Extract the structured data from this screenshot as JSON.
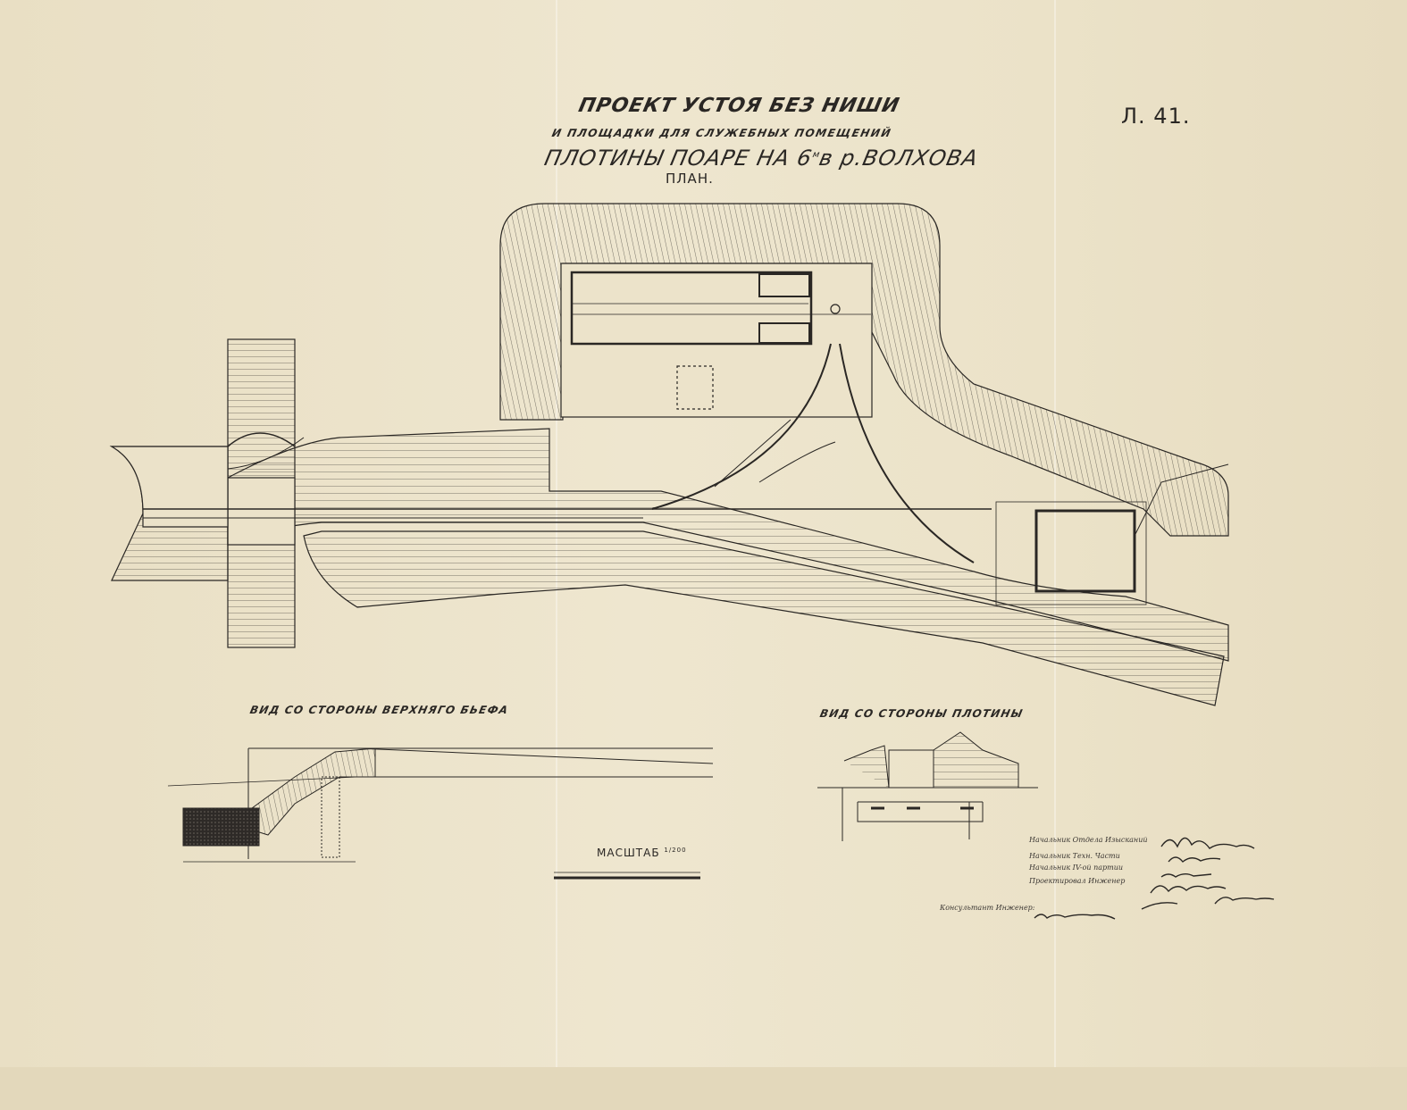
{
  "title": {
    "line1": "ПРОЕКТ УСТОЯ БЕЗ НИШИ",
    "line2": "И ПЛОЩАДКИ ДЛЯ СЛУЖЕБНЫХ ПОМЕЩЕНИЙ",
    "line3": "ПЛОТИНЫ ПОАРЕ НА 6",
    "line3_sup": "м",
    "line3_tail": "в р.ВОЛХОВА",
    "line4": "ПЛАН."
  },
  "sheet_number": "Л. 41.",
  "views": {
    "upstream": "ВИД СО СТОРОНЫ ВЕРХНЯГО БЬЕФА",
    "dam": "ВИД СО СТОРОНЫ ПЛОТИНЫ"
  },
  "scale": {
    "label": "МАСШТАБ",
    "ratio_sup": "1/200"
  },
  "signatures": {
    "row1": "Начальник Отдела Изысканий",
    "row2": "Начальник Техн. Части",
    "row3": "Начальник IV-ой партии",
    "row4": "Проектировал Инженер",
    "consultant": "Консультант Инженер:"
  },
  "colors": {
    "paper": "#ebe2c9",
    "ink": "#2a2724"
  }
}
